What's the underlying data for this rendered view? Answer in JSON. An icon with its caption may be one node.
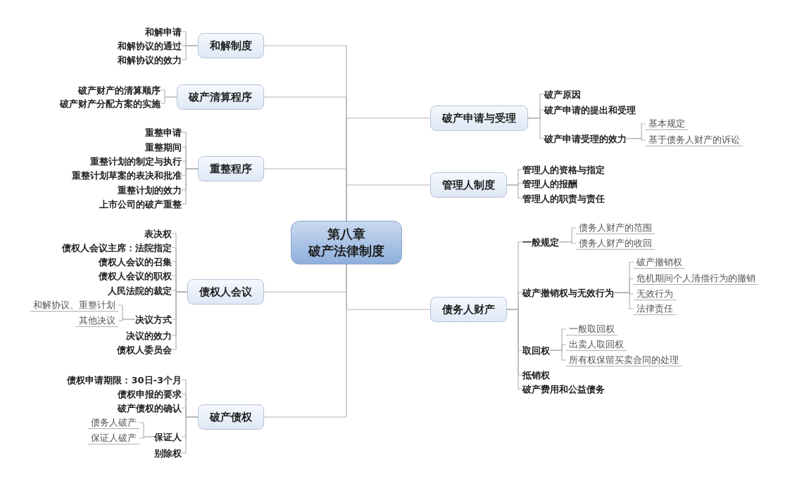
{
  "diagram": {
    "nodes": [
      {
        "text": [
          "第八章",
          "破产法律制度"
        ]
      },
      {
        "text": [
          "和解制度"
        ]
      },
      {
        "text": [
          "和解申请"
        ]
      },
      {
        "text": [
          "和解协议的通过"
        ]
      },
      {
        "text": [
          "和解协议的效力"
        ]
      },
      {
        "text": [
          "破产清算程序"
        ]
      },
      {
        "text": [
          "破产财产的清算顺序"
        ]
      },
      {
        "text": [
          "破产财产分配方案的实施"
        ]
      },
      {
        "text": [
          "重整程序"
        ]
      },
      {
        "text": [
          "重整申请"
        ]
      },
      {
        "text": [
          "重整期间"
        ]
      },
      {
        "text": [
          "重整计划的制定与执行"
        ]
      },
      {
        "text": [
          "重整计划草案的表决和批准"
        ]
      },
      {
        "text": [
          "重整计划的效力"
        ]
      },
      {
        "text": [
          "上市公司的破产重整"
        ]
      },
      {
        "text": [
          "债权人会议"
        ]
      },
      {
        "text": [
          "表决权"
        ]
      },
      {
        "text": [
          "债权人会议主席：法院指定"
        ]
      },
      {
        "text": [
          "债权人会议的召集"
        ]
      },
      {
        "text": [
          "债权人会议的职权"
        ]
      },
      {
        "text": [
          "人民法院的裁定"
        ]
      },
      {
        "text": [
          "决议方式"
        ]
      },
      {
        "text": [
          "决议的效力"
        ]
      },
      {
        "text": [
          "债权人委员会"
        ]
      },
      {
        "text": [
          "和解协议、重整计划"
        ]
      },
      {
        "text": [
          "其他决议"
        ]
      },
      {
        "text": [
          "破产债权"
        ]
      },
      {
        "text": [
          "债权申请期限：30日-3个月"
        ]
      },
      {
        "text": [
          "债权申报的要求"
        ]
      },
      {
        "text": [
          "破产债权的确认"
        ]
      },
      {
        "text": [
          "保证人"
        ]
      },
      {
        "text": [
          "别除权"
        ]
      },
      {
        "text": [
          "债务人破产"
        ]
      },
      {
        "text": [
          "保证人破产"
        ]
      },
      {
        "text": [
          "破产申请与受理"
        ]
      },
      {
        "text": [
          "破产原因"
        ]
      },
      {
        "text": [
          "破产申请的提出和受理"
        ]
      },
      {
        "text": [
          "破产申请受理的效力"
        ]
      },
      {
        "text": [
          "基本规定"
        ]
      },
      {
        "text": [
          "基于债务人财产的诉讼"
        ]
      },
      {
        "text": [
          "管理人制度"
        ]
      },
      {
        "text": [
          "管理人的资格与指定"
        ]
      },
      {
        "text": [
          "管理人的报酬"
        ]
      },
      {
        "text": [
          "管理人的职责与责任"
        ]
      },
      {
        "text": [
          "债务人财产"
        ]
      },
      {
        "text": [
          "一般规定"
        ]
      },
      {
        "text": [
          "破产撤销权与无效行为"
        ]
      },
      {
        "text": [
          "取回权"
        ]
      },
      {
        "text": [
          "抵销权"
        ]
      },
      {
        "text": [
          "破产费用和公益债务"
        ]
      },
      {
        "text": [
          "债务人财产的范围"
        ]
      },
      {
        "text": [
          "债务人财产的收回"
        ]
      },
      {
        "text": [
          "破产撤销权"
        ]
      },
      {
        "text": [
          "危机期间个人清偿行为的撤销"
        ]
      },
      {
        "text": [
          "无效行为"
        ]
      },
      {
        "text": [
          "法律责任"
        ]
      },
      {
        "text": [
          "一般取回权"
        ]
      },
      {
        "text": [
          "出卖人取回权"
        ]
      },
      {
        "text": [
          "所有权保留买卖合同的处理"
        ]
      }
    ],
    "edges": [
      {
        "from": 0,
        "to": 1,
        "arrow": "none"
      },
      {
        "from": 1,
        "to": 2,
        "arrow": "none"
      },
      {
        "from": 1,
        "to": 3,
        "arrow": "none"
      },
      {
        "from": 1,
        "to": 4,
        "arrow": "none"
      },
      {
        "from": 0,
        "to": 5,
        "arrow": "none"
      },
      {
        "from": 5,
        "to": 6,
        "arrow": "none"
      },
      {
        "from": 5,
        "to": 7,
        "arrow": "none"
      },
      {
        "from": 0,
        "to": 8,
        "arrow": "none"
      },
      {
        "from": 8,
        "to": 9,
        "arrow": "none"
      },
      {
        "from": 8,
        "to": 10,
        "arrow": "none"
      },
      {
        "from": 8,
        "to": 11,
        "arrow": "none"
      },
      {
        "from": 8,
        "to": 12,
        "arrow": "none"
      },
      {
        "from": 8,
        "to": 13,
        "arrow": "none"
      },
      {
        "from": 8,
        "to": 14,
        "arrow": "none"
      },
      {
        "from": 0,
        "to": 15,
        "arrow": "none"
      },
      {
        "from": 15,
        "to": 16,
        "arrow": "none"
      },
      {
        "from": 15,
        "to": 17,
        "arrow": "none"
      },
      {
        "from": 15,
        "to": 18,
        "arrow": "none"
      },
      {
        "from": 15,
        "to": 19,
        "arrow": "none"
      },
      {
        "from": 15,
        "to": 20,
        "arrow": "none"
      },
      {
        "from": 15,
        "to": 21,
        "arrow": "none"
      },
      {
        "from": 15,
        "to": 22,
        "arrow": "none"
      },
      {
        "from": 15,
        "to": 23,
        "arrow": "none"
      },
      {
        "from": 21,
        "to": 24,
        "arrow": "none"
      },
      {
        "from": 21,
        "to": 25,
        "arrow": "none"
      },
      {
        "from": 0,
        "to": 26,
        "arrow": "none"
      },
      {
        "from": 26,
        "to": 27,
        "arrow": "none"
      },
      {
        "from": 26,
        "to": 28,
        "arrow": "none"
      },
      {
        "from": 26,
        "to": 29,
        "arrow": "none"
      },
      {
        "from": 26,
        "to": 30,
        "arrow": "none"
      },
      {
        "from": 26,
        "to": 31,
        "arrow": "none"
      },
      {
        "from": 30,
        "to": 32,
        "arrow": "none"
      },
      {
        "from": 30,
        "to": 33,
        "arrow": "none"
      },
      {
        "from": 0,
        "to": 34,
        "arrow": "none"
      },
      {
        "from": 34,
        "to": 35,
        "arrow": "none"
      },
      {
        "from": 34,
        "to": 36,
        "arrow": "none"
      },
      {
        "from": 34,
        "to": 37,
        "arrow": "none"
      },
      {
        "from": 37,
        "to": 38,
        "arrow": "none"
      },
      {
        "from": 37,
        "to": 39,
        "arrow": "none"
      },
      {
        "from": 0,
        "to": 40,
        "arrow": "none"
      },
      {
        "from": 40,
        "to": 41,
        "arrow": "none"
      },
      {
        "from": 40,
        "to": 42,
        "arrow": "none"
      },
      {
        "from": 40,
        "to": 43,
        "arrow": "none"
      },
      {
        "from": 0,
        "to": 44,
        "arrow": "none"
      },
      {
        "from": 44,
        "to": 45,
        "arrow": "none"
      },
      {
        "from": 44,
        "to": 46,
        "arrow": "none"
      },
      {
        "from": 44,
        "to": 47,
        "arrow": "none"
      },
      {
        "from": 44,
        "to": 48,
        "arrow": "none"
      },
      {
        "from": 44,
        "to": 49,
        "arrow": "none"
      },
      {
        "from": 45,
        "to": 50,
        "arrow": "none"
      },
      {
        "from": 45,
        "to": 51,
        "arrow": "none"
      },
      {
        "from": 46,
        "to": 52,
        "arrow": "none"
      },
      {
        "from": 46,
        "to": 53,
        "arrow": "none"
      },
      {
        "from": 46,
        "to": 54,
        "arrow": "none"
      },
      {
        "from": 46,
        "to": 55,
        "arrow": "none"
      },
      {
        "from": 47,
        "to": 56,
        "arrow": "none"
      },
      {
        "from": 47,
        "to": 57,
        "arrow": "none"
      },
      {
        "from": 47,
        "to": 58,
        "arrow": "none"
      }
    ]
  }
}
